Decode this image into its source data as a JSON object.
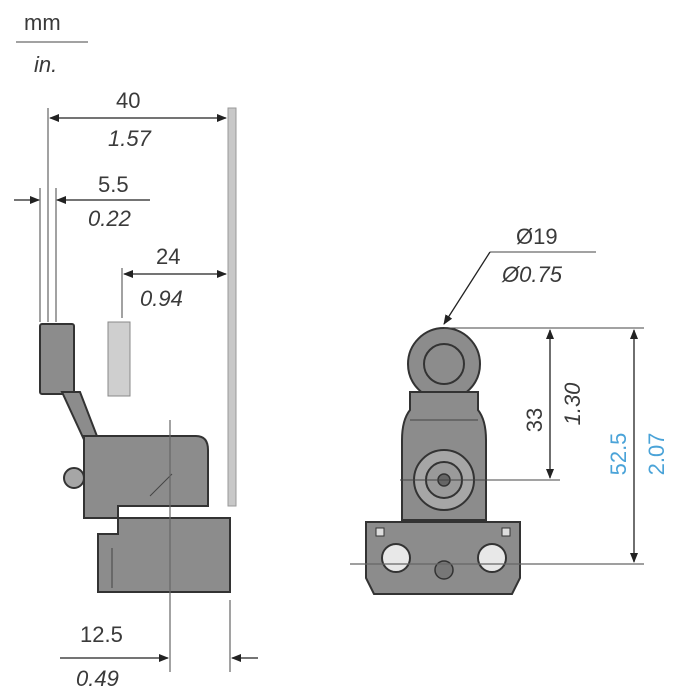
{
  "units": {
    "top": "mm",
    "bottom": "in."
  },
  "side_view": {
    "overall_width": {
      "mm": "40",
      "in": "1.57"
    },
    "arm_thickness": {
      "mm": "5.5",
      "in": "0.22"
    },
    "roller_offset": {
      "mm": "24",
      "in": "0.94"
    },
    "base_offset": {
      "mm": "12.5",
      "in": "0.49"
    }
  },
  "front_view": {
    "roller_diameter": {
      "mm": "Ø19",
      "in": "Ø0.75"
    },
    "roller_to_pivot": {
      "mm": "33",
      "in": "1.30"
    },
    "overall_height": {
      "mm": "52.5",
      "in": "2.07"
    }
  },
  "colors": {
    "line": "#222222",
    "part_fill": "#8c8c8c",
    "highlight_dim": "#4aa3d8"
  }
}
